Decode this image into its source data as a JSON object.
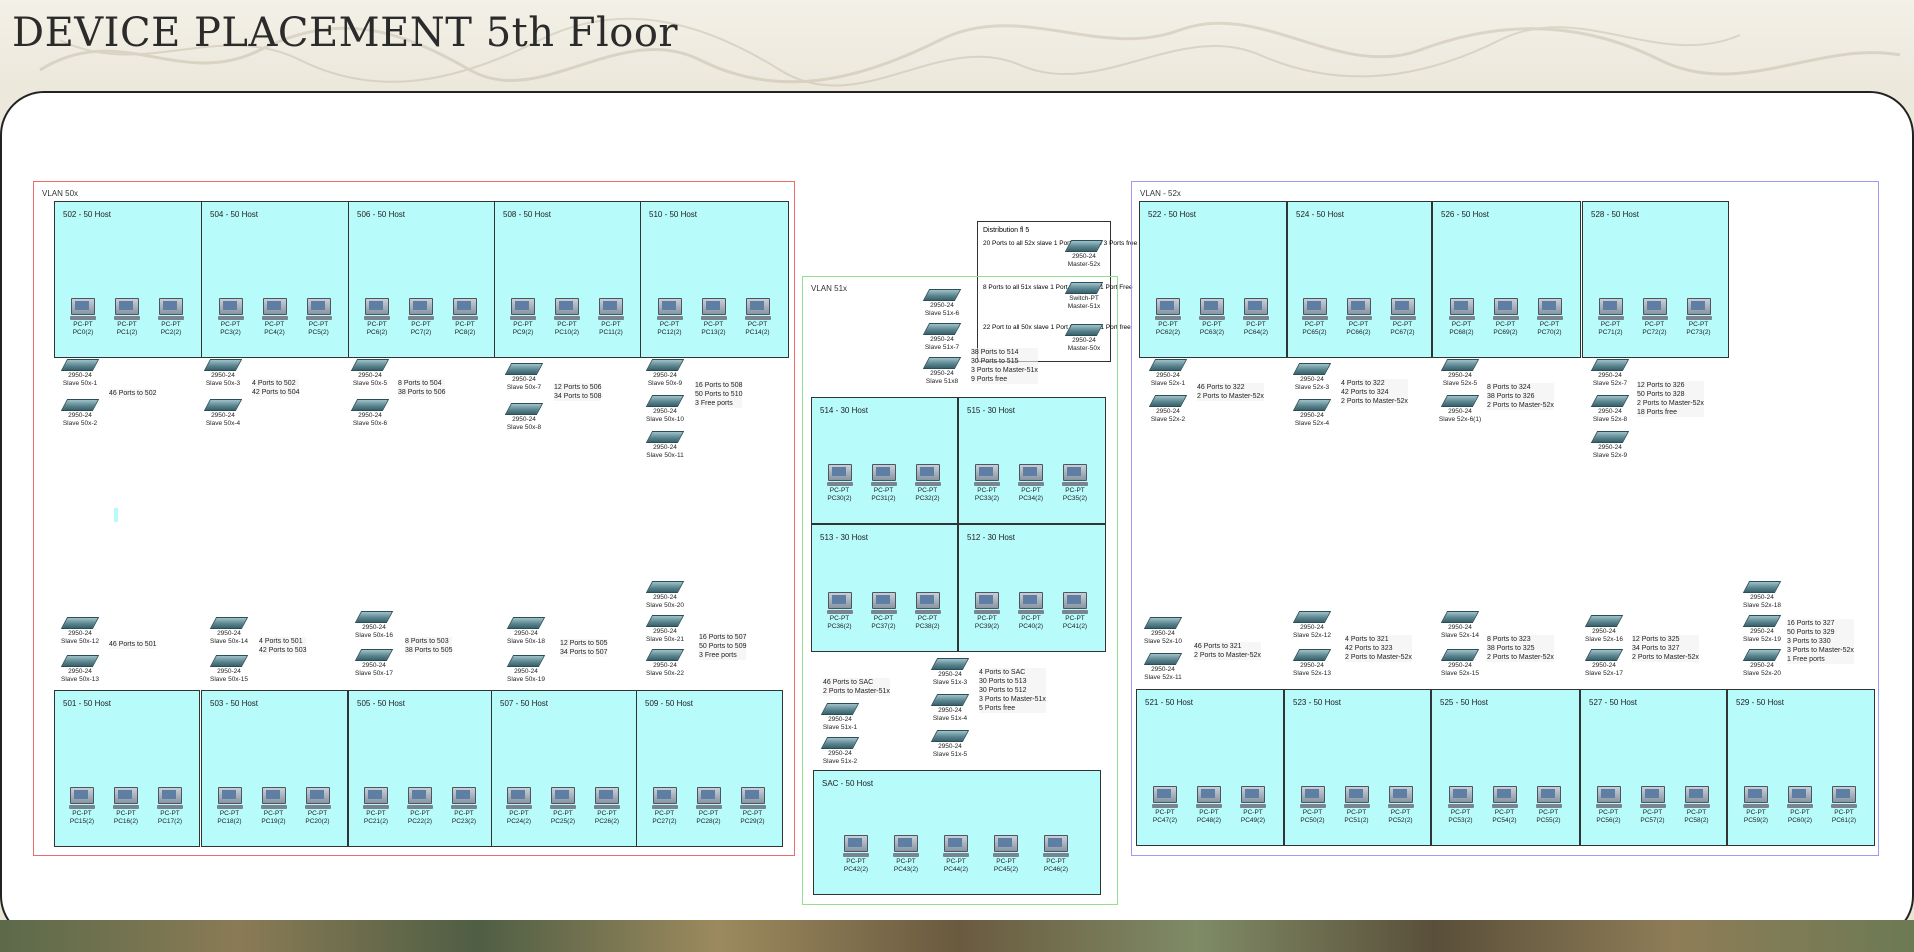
{
  "slide": {
    "title": "DEVICE PLACEMENT 5th Floor"
  },
  "colors": {
    "vlan50": "#ef6b6b",
    "vlan51": "#8fe08f",
    "vlan52": "#9c9cf5",
    "room": "#b8fbfb"
  },
  "icons": {
    "pc": "desktop-pc-icon",
    "switch": "catalyst-switch-icon"
  },
  "distribution": {
    "title": "Distribution fl 5",
    "notes": [
      "20 Ports to all 52x slave\n1 Port to Layer 3\n3 Ports free",
      "8 Ports to all 51x slave\n1 Port to Layer 3\n1 Port Free",
      "22 Port to all 50x slave\n1 Port to Layer 3\n1 Port free"
    ],
    "switches": [
      "2950-24\nMaster-52x",
      "Switch-PT\nMaster-51x",
      "2950-24\nMaster-50x"
    ]
  },
  "vlans": [
    {
      "label": "VLAN 50x",
      "rooms": [
        {
          "label": "502 - 50 Host",
          "pcs": [
            "PC-PT\nPC0(2)",
            "PC-PT\nPC1(2)",
            "PC-PT\nPC2(2)"
          ]
        },
        {
          "label": "504 - 50 Host",
          "pcs": [
            "PC-PT\nPC3(2)",
            "PC-PT\nPC4(2)",
            "PC-PT\nPC5(2)"
          ]
        },
        {
          "label": "506 - 50 Host",
          "pcs": [
            "PC-PT\nPC6(2)",
            "PC-PT\nPC7(2)",
            "PC-PT\nPC8(2)"
          ]
        },
        {
          "label": "508 - 50 Host",
          "pcs": [
            "PC-PT\nPC9(2)",
            "PC-PT\nPC10(2)",
            "PC-PT\nPC11(2)"
          ]
        },
        {
          "label": "510 - 50 Host",
          "pcs": [
            "PC-PT\nPC12(2)",
            "PC-PT\nPC13(2)",
            "PC-PT\nPC14(2)"
          ]
        },
        {
          "label": "501 - 50 Host",
          "pcs": [
            "PC-PT\nPC15(2)",
            "PC-PT\nPC16(2)",
            "PC-PT\nPC17(2)"
          ]
        },
        {
          "label": "503 - 50 Host",
          "pcs": [
            "PC-PT\nPC18(2)",
            "PC-PT\nPC19(2)",
            "PC-PT\nPC20(2)"
          ]
        },
        {
          "label": "505 - 50 Host",
          "pcs": [
            "PC-PT\nPC21(2)",
            "PC-PT\nPC22(2)",
            "PC-PT\nPC23(2)"
          ]
        },
        {
          "label": "507 - 50 Host",
          "pcs": [
            "PC-PT\nPC24(2)",
            "PC-PT\nPC25(2)",
            "PC-PT\nPC26(2)"
          ]
        },
        {
          "label": "509 - 50 Host",
          "pcs": [
            "PC-PT\nPC27(2)",
            "PC-PT\nPC28(2)",
            "PC-PT\nPC29(2)"
          ]
        }
      ],
      "switches": [
        "2950-24\nSlave 50x-1",
        "2950-24\nSlave 50x-2",
        "2950-24\nSlave 50x-3",
        "2950-24\nSlave 50x-4",
        "2950-24\nSlave 50x-5",
        "2950-24\nSlave 50x-6",
        "2950-24\nSlave 50x-7",
        "2950-24\nSlave 50x-8",
        "2950-24\nSlave 50x-9",
        "2950-24\nSlave 50x-10",
        "2950-24\nSlave 50x-11",
        "2950-24\nSlave 50x-12",
        "2950-24\nSlave 50x-13",
        "2950-24\nSlave 50x-14",
        "2950-24\nSlave 50x-15",
        "2950-24\nSlave 50x-16",
        "2950-24\nSlave 50x-17",
        "2950-24\nSlave 50x-18",
        "2950-24\nSlave 50x-19",
        "2950-24\nSlave 50x-20",
        "2950-24\nSlave 50x-21",
        "2950-24\nSlave 50x-22"
      ],
      "notes": [
        "46 Ports to 502",
        "4 Ports to 502\n42 Ports to 504",
        "8 Ports to 504\n38 Ports to 506",
        "12 Ports to 506\n34 Ports to 508",
        "16 Ports to 508\n50 Ports to 510\n3 Free ports",
        "46 Ports to 501",
        "4 Ports to 501\n42 Ports to 503",
        "8 Ports to 503\n38 Ports to 505",
        "12 Ports to 505\n34 Ports to 507",
        "16 Ports to 507\n50 Ports to 509\n3 Free ports"
      ]
    },
    {
      "label": "VLAN 51x",
      "rooms": [
        {
          "label": "514 - 30 Host",
          "pcs": [
            "PC-PT\nPC30(2)",
            "PC-PT\nPC31(2)",
            "PC-PT\nPC32(2)"
          ]
        },
        {
          "label": "515 - 30 Host",
          "pcs": [
            "PC-PT\nPC33(2)",
            "PC-PT\nPC34(2)",
            "PC-PT\nPC35(2)"
          ]
        },
        {
          "label": "513 - 30 Host",
          "pcs": [
            "PC-PT\nPC36(2)",
            "PC-PT\nPC37(2)",
            "PC-PT\nPC38(2)"
          ]
        },
        {
          "label": "512 - 30 Host",
          "pcs": [
            "PC-PT\nPC39(2)",
            "PC-PT\nPC40(2)",
            "PC-PT\nPC41(2)"
          ]
        },
        {
          "label": "SAC - 50 Host",
          "pcs": [
            "PC-PT\nPC42(2)",
            "PC-PT\nPC43(2)",
            "PC-PT\nPC44(2)",
            "PC-PT\nPC45(2)",
            "PC-PT\nPC46(2)"
          ]
        }
      ],
      "switches": [
        "2950-24\nSlave 51x-6",
        "2950-24\nSlave 51x-7",
        "2950-24\nSlave 51x8",
        "2950-24\nSlave 51x-1",
        "2950-24\nSlave 51x-2",
        "2950-24\nSlave 51x-3",
        "2950-24\nSlave 51x-4",
        "2950-24\nSlave 51x-5"
      ],
      "notes": [
        "38 Ports to 514\n30 Ports to 515\n3 Ports to Master-51x\n9 Ports free",
        "46 Ports to SAC\n2 Ports to Master-51x",
        "4 Ports to SAC\n30 Ports to 513\n30 Ports to 512\n3 Ports to Master-51x\n5 Ports free"
      ]
    },
    {
      "label": "VLAN - 52x",
      "rooms": [
        {
          "label": "522 - 50 Host",
          "pcs": [
            "PC-PT\nPC62(2)",
            "PC-PT\nPC63(2)",
            "PC-PT\nPC64(2)"
          ]
        },
        {
          "label": "524 - 50 Host",
          "pcs": [
            "PC-PT\nPC65(2)",
            "PC-PT\nPC66(2)",
            "PC-PT\nPC67(2)"
          ]
        },
        {
          "label": "526 - 50 Host",
          "pcs": [
            "PC-PT\nPC68(2)",
            "PC-PT\nPC69(2)",
            "PC-PT\nPC70(2)"
          ]
        },
        {
          "label": "528 - 50 Host",
          "pcs": [
            "PC-PT\nPC71(2)",
            "PC-PT\nPC72(2)",
            "PC-PT\nPC73(2)"
          ]
        },
        {
          "label": "521 - 50 Host",
          "pcs": [
            "PC-PT\nPC47(2)",
            "PC-PT\nPC48(2)",
            "PC-PT\nPC49(2)"
          ]
        },
        {
          "label": "523 - 50 Host",
          "pcs": [
            "PC-PT\nPC50(2)",
            "PC-PT\nPC51(2)",
            "PC-PT\nPC52(2)"
          ]
        },
        {
          "label": "525 - 50 Host",
          "pcs": [
            "PC-PT\nPC53(2)",
            "PC-PT\nPC54(2)",
            "PC-PT\nPC55(2)"
          ]
        },
        {
          "label": "527 - 50 Host",
          "pcs": [
            "PC-PT\nPC56(2)",
            "PC-PT\nPC57(2)",
            "PC-PT\nPC58(2)"
          ]
        },
        {
          "label": "529 - 50 Host",
          "pcs": [
            "PC-PT\nPC59(2)",
            "PC-PT\nPC60(2)",
            "PC-PT\nPC61(2)"
          ]
        }
      ],
      "switches": [
        "2950-24\nSlave 52x-1",
        "2950-24\nSlave 52x-2",
        "2950-24\nSlave 52x-3",
        "2950-24\nSlave 52x-4",
        "2950-24\nSlave 52x-5",
        "2950-24\nSlave 52x-6(1)",
        "2950-24\nSlave 52x-7",
        "2950-24\nSlave 52x-8",
        "2950-24\nSlave 52x-9",
        "2950-24\nSlave 52x-10",
        "2950-24\nSlave 52x-11",
        "2950-24\nSlave 52x-12",
        "2950-24\nSlave 52x-13",
        "2950-24\nSlave 52x-14",
        "2950-24\nSlave 52x-15",
        "2950-24\nSlave 52x-16",
        "2950-24\nSlave 52x-17",
        "2950-24\nSlave 52x-18",
        "2950-24\nSlave 52x-19",
        "2950-24\nSlave 52x-20"
      ],
      "notes": [
        "46 Ports to 322\n2 Ports to Master-52x",
        "4 Ports to 322\n42 Ports to 324\n2 Ports to Master-52x",
        "8 Ports to 324\n38 Ports to 326\n2 Ports to Master-52x",
        "12 Ports to 326\n50 Ports to 328\n2 Ports to Master-52x\n18 Ports free",
        "46 Ports to 321\n2 Ports to Master-52x",
        "4 Ports to 321\n42 Ports to 323\n2 Ports to Master-52x",
        "8 Ports to 323\n38 Ports to 325\n2 Ports to Master-52x",
        "12 Ports to 325\n34 Ports to 327\n2 Ports to Master-52x",
        "16 Ports to 327\n50 Ports to 329\n3 Ports to 330\n3 Ports to Master-52x\n1 Free ports"
      ]
    }
  ]
}
